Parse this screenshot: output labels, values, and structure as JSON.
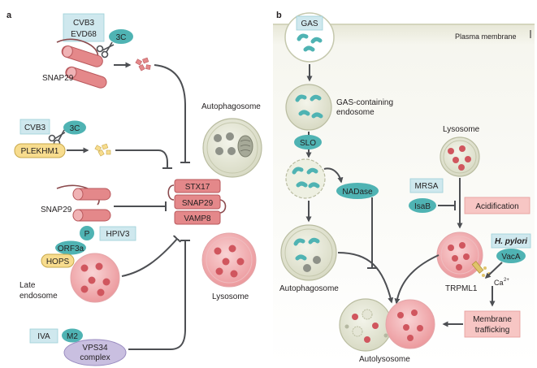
{
  "panel_a": {
    "letter": "a",
    "virus_tags": {
      "cvb3_evd68_line1": "CVB3",
      "cvb3_evd68_line2": "EVD68",
      "cvb3_2": "CVB3",
      "hpiv3": "HPIV3",
      "iva": "IVA"
    },
    "protein_tags": {
      "protease_3c_1": "3C",
      "protease_3c_2": "3C",
      "p": "P",
      "orf3a": "ORF3a",
      "m2": "M2"
    },
    "labels": {
      "snap29_top": "SNAP29",
      "plekhm1": "PLEKHM1",
      "snap29_mid": "SNAP29",
      "hops": "HOPS",
      "late_endosome_line1": "Late",
      "late_endosome_line2": "endosome",
      "vps34_line1": "VPS34",
      "vps34_line2": "complex",
      "autophagosome": "Autophagosome",
      "lysosome": "Lysosome"
    },
    "snare": {
      "stx17": "STX17",
      "snap29": "SNAP29",
      "vamp8": "VAMP8"
    }
  },
  "panel_b": {
    "letter": "b",
    "labels": {
      "gas": "GAS",
      "plasma_membrane": "Plasma membrane",
      "gas_endosome_line1": "GAS-containing",
      "gas_endosome_line2": "endosome",
      "slo": "SLO",
      "nadase": "NADase",
      "lysosome": "Lysosome",
      "mrsa": "MRSA",
      "isab": "IsaB",
      "acidification": "Acidification",
      "h_pylori": "H. pylori",
      "vaca": "VacA",
      "trpml1": "TRPML1",
      "ca": "Ca",
      "ca_sup": "2+",
      "autophagosome": "Autophagosome",
      "membrane_line1": "Membrane",
      "membrane_line2": "trafficking",
      "autolysosome": "Autolysosome"
    }
  },
  "colors": {
    "virus_tag_fill": "#cfe8ee",
    "teal_oval": "#4fb3b3",
    "snare_red": "#e4888a",
    "lysosome_pink": "#f2b8bb",
    "autophagosome_fill": "#e5e6d6",
    "hops_yellow": "#f7dc8e",
    "vps34_purple": "#c9bfe0",
    "pink_box": "#f7c6c4",
    "panel_b_bg": "#edeee3",
    "arrow_grey": "#4d4f53"
  }
}
